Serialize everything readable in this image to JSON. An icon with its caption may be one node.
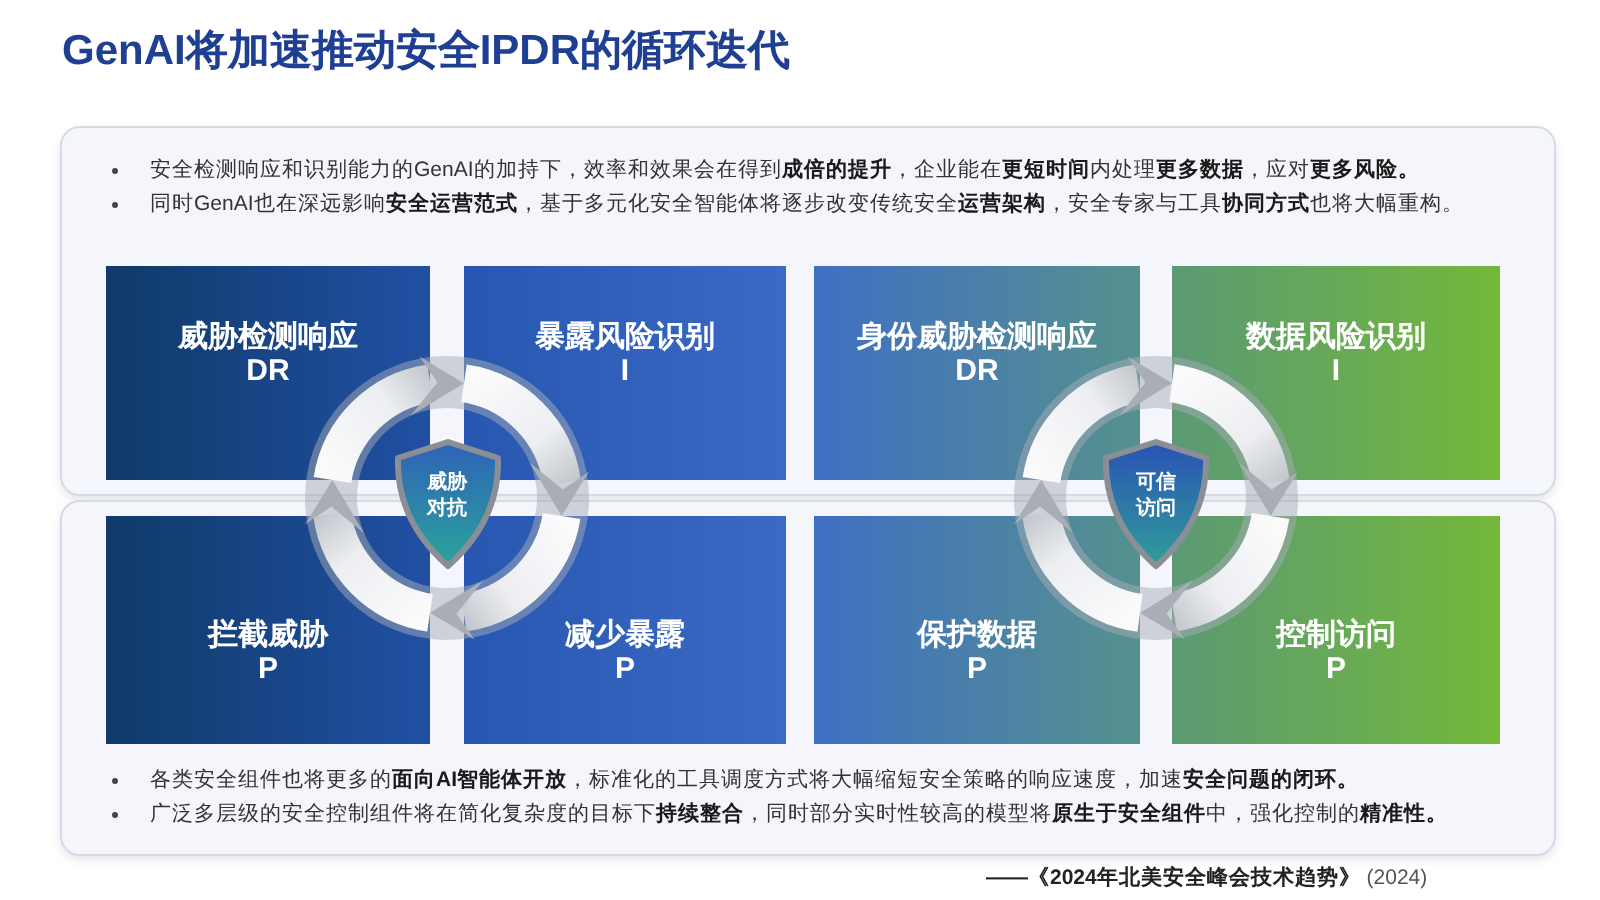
{
  "diagram": {
    "title": "GenAI将加速推动安全IPDR的循环迭代",
    "nodes": [
      {
        "text": [
          "威胁检测响应",
          "DR"
        ]
      },
      {
        "text": [
          "暴露风险识别",
          "I"
        ]
      },
      {
        "text": [
          "身份威胁检测响应",
          "DR"
        ]
      },
      {
        "text": [
          "数据风险识别",
          "I"
        ]
      },
      {
        "text": [
          "威胁对抗"
        ]
      },
      {
        "text": [
          "可信访问"
        ]
      },
      {
        "text": [
          "拦截威胁",
          "P"
        ]
      },
      {
        "text": [
          "减少暴露",
          "P"
        ]
      },
      {
        "text": [
          "保护数据",
          "P"
        ]
      },
      {
        "text": [
          "控制访问",
          "P"
        ]
      }
    ],
    "edges": [
      {
        "from": 0,
        "to": 1,
        "arrow": "to"
      },
      {
        "from": 1,
        "to": 7,
        "arrow": "to"
      },
      {
        "from": 7,
        "to": 6,
        "arrow": "to"
      },
      {
        "from": 6,
        "to": 0,
        "arrow": "to"
      },
      {
        "from": 2,
        "to": 3,
        "arrow": "to"
      },
      {
        "from": 3,
        "to": 9,
        "arrow": "to"
      },
      {
        "from": 9,
        "to": 8,
        "arrow": "to"
      },
      {
        "from": 8,
        "to": 2,
        "arrow": "to"
      }
    ],
    "labels": [
      "安全检测响应和识别能力的GenAI的加持下，效率和效果会在得到**成倍的提升**，企业能在**更短时间**内处理**更多数据**，应对**更多风险。**",
      "同时GenAI也在深远影响**安全运营范式**，基于多元化安全智能体将逐步改变传统安全**运营架构**，安全专家与工具**协同方式**也将大幅重构。",
      "各类安全组件也将更多的**面向AI智能体开放**，标准化的工具调度方式将大幅缩短安全策略的响应速度，加速**安全问题的闭环。**",
      "广泛多层级的安全控制组件将在简化复杂度的目标下**持续整合**，同时部分实时性较高的模型将**原生于安全组件**中，强化控制的**精准性。**",
      "**——《2024年北美安全峰会技术趋势》** (2024)"
    ]
  }
}
